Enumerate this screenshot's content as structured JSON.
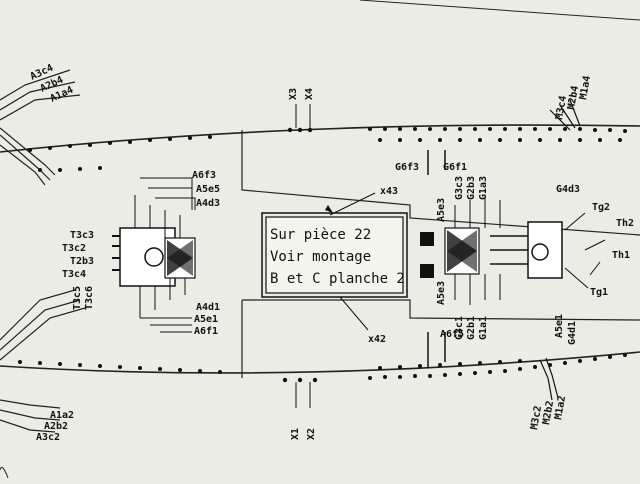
{
  "note": {
    "line1": "Sur pièce 22",
    "line2": "Voir montage",
    "line3": "B et C planche 2"
  },
  "labels": {
    "x3": "X3",
    "x4": "X4",
    "x1": "X1",
    "x2": "X2",
    "x43": "x43",
    "x42": "x42",
    "a3c4": "A3c4",
    "a2b4": "A2b4",
    "a1a4": "A1a4",
    "a1a2": "A1a2",
    "a2b2": "A2b2",
    "a3c2": "A3c2",
    "t3c5": "T3c5",
    "t3c6": "T3c6",
    "t3c3": "T3c3",
    "t3c2": "T3c2",
    "t2b3": "T2b3",
    "t3c4": "T3c4",
    "a6f3": "A6f3",
    "a5e5": "A5e5",
    "a4d3": "A4d3",
    "a4d1": "A4d1",
    "a5e1": "A5e1",
    "a6f1": "A6f1",
    "g6f3": "G6f3",
    "g6f1": "G6f1",
    "a6f5": "A6f5",
    "a5e3": "A5e3",
    "a5e3b": "A5e3",
    "g3c3": "G3c3",
    "g2b3": "G2b3",
    "g1a3": "G1a3",
    "g3c1": "G3c1",
    "g2b1": "G2b1",
    "g1a1": "G1a1",
    "g4d3": "G4d3",
    "g4d1": "G4d1",
    "a5e1b": "A5e1",
    "tg2": "Tg2",
    "th2": "Th2",
    "th1": "Th1",
    "tg1": "Tg1",
    "m3c4": "M3c4",
    "m2b4": "M2b4",
    "m1a4": "M1a4",
    "m3c2": "M3c2",
    "m2b2": "M2b2",
    "m1a2": "M1a2"
  }
}
